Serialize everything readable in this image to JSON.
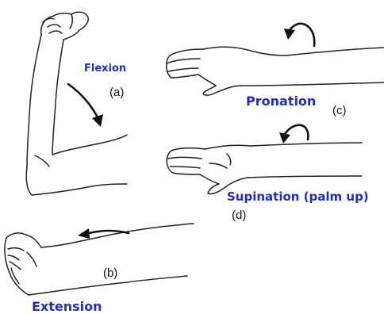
{
  "figure": {
    "panel_a": {
      "movement": "Flexion",
      "label": "(a)"
    },
    "panel_b": {
      "movement": "Extension",
      "label": "(b)"
    },
    "panel_c": {
      "movement": "Pronation",
      "label": "(c)"
    },
    "panel_d": {
      "movement": "Supination (palm up)",
      "label": "(d)"
    }
  },
  "colors": {
    "movement_text": "#1f2fb8",
    "line_art": "#222222"
  },
  "icons": [
    "flexion-arrow-icon",
    "extension-arrow-icon",
    "pronation-rotation-arrow-icon",
    "supination-rotation-arrow-icon"
  ]
}
